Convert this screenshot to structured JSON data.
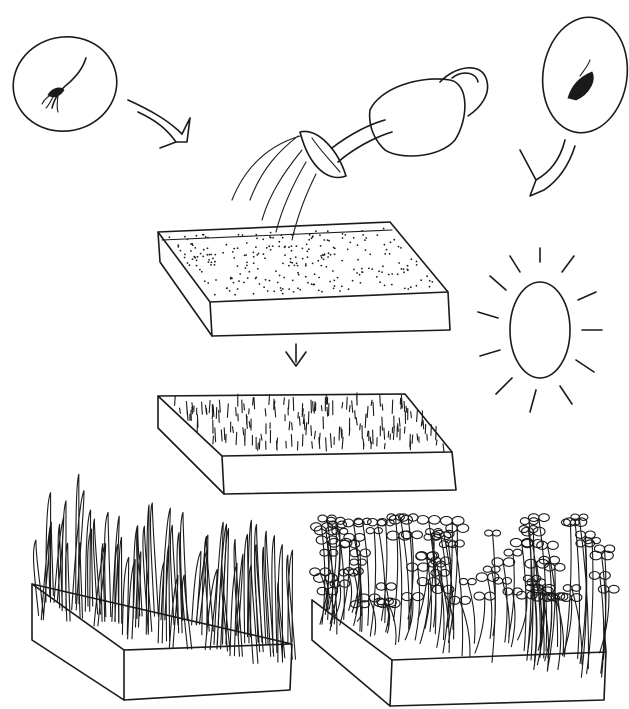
{
  "illustration": {
    "ink_color": "#1a1a1a",
    "background_color": "#ffffff",
    "panels": [
      {
        "id": "sprouting-seed",
        "icon": "sprouting-seed-icon"
      },
      {
        "id": "soaked-seed",
        "icon": "seed-icon"
      },
      {
        "id": "watering",
        "icon": "watering-can-icon"
      },
      {
        "id": "sunlight",
        "icon": "sun-icon"
      },
      {
        "id": "seeded-tray",
        "icon": "soil-tray-icon"
      },
      {
        "id": "sprouted-tray",
        "icon": "sprout-tray-icon"
      },
      {
        "id": "wheatgrass-tray",
        "icon": "grass-tray-icon"
      },
      {
        "id": "microgreens-tray",
        "icon": "microgreens-tray-icon"
      }
    ]
  }
}
